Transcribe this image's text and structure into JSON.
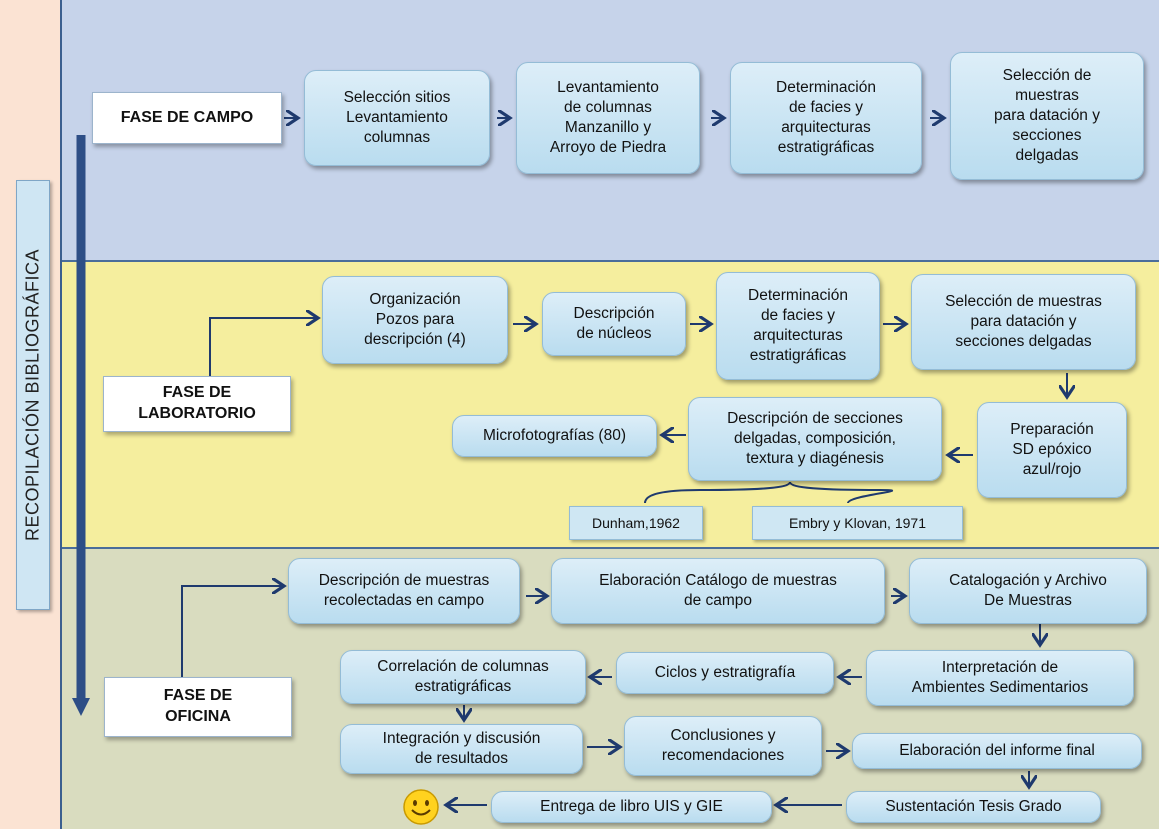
{
  "sidebar": {
    "label": "RECOPILACIÓN  BIBLIOGRÁFICA"
  },
  "campo": {
    "phase": "FASE DE CAMPO",
    "steps": [
      "Selección sitios\nLevantamiento\ncolumnas",
      "Levantamiento\nde columnas\nManzanillo y\nArroyo de Piedra",
      "Determinación\nde facies y\narquitecturas\nestratigráficas",
      "Selección de\nmuestras\npara datación y\nsecciones\ndelgadas"
    ]
  },
  "laboratorio": {
    "phase": "FASE DE\nLABORATORIO",
    "steps": [
      "Organización\nPozos para\ndescripción (4)",
      "Descripción\nde núcleos",
      "Determinación\nde facies y\narquitecturas\nestratigráficas",
      "Selección de muestras\npara datación y\nsecciones delgadas",
      "Preparación\nSD epóxico\nazul/rojo",
      "Descripción de secciones\ndelgadas, composición,\ntextura y diagénesis",
      "Microfotografías (80)"
    ],
    "refs": [
      "Dunham,1962",
      "Embry y Klovan, 1971"
    ]
  },
  "oficina": {
    "phase": "FASE DE\nOFICINA",
    "steps": [
      "Descripción de muestras\nrecolectadas en campo",
      "Elaboración Catálogo de muestras\nde campo",
      "Catalogación y Archivo\nDe Muestras",
      "Interpretación de\nAmbientes Sedimentarios",
      "Ciclos y estratigrafía",
      "Correlación de columnas\nestratigráficas",
      "Integración y discusión\nde resultados",
      "Conclusiones y\nrecomendaciones",
      "Elaboración del informe final",
      "Sustentación Tesis Grado",
      "Entrega de libro UIS  y GIE"
    ]
  },
  "colors": {
    "arrow": "#1f3a6e",
    "band_campo": "#c6d3ea",
    "band_lab": "#f5ee9e",
    "band_oficina": "#d9dcbf",
    "smiley": "#ffd21f"
  }
}
